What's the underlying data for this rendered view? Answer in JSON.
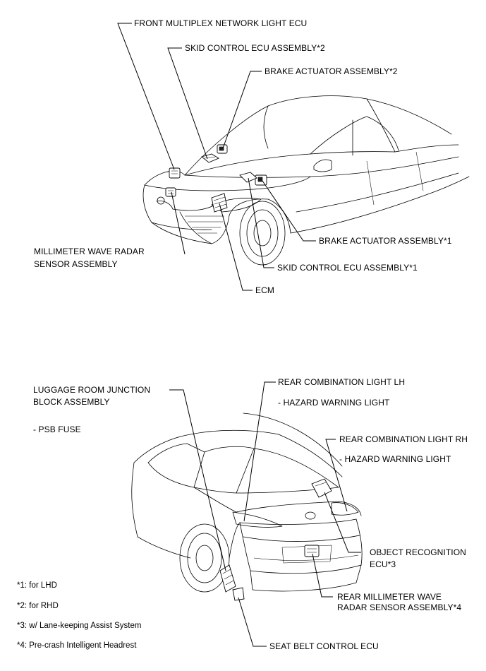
{
  "front_view": {
    "labels": {
      "front_multiplex": "FRONT MULTIPLEX NETWORK LIGHT ECU",
      "skid_control_2": "SKID CONTROL ECU ASSEMBLY*2",
      "brake_actuator_2": "BRAKE ACTUATOR ASSEMBLY*2",
      "brake_actuator_1": "BRAKE ACTUATOR ASSEMBLY*1",
      "skid_control_1": "SKID CONTROL ECU ASSEMBLY*1",
      "ecm": "ECM",
      "mmw_radar_line1": "MILLIMETER WAVE RADAR",
      "mmw_radar_line2": "SENSOR ASSEMBLY"
    }
  },
  "rear_view": {
    "labels": {
      "luggage_line1": "LUGGAGE ROOM JUNCTION",
      "luggage_line2": "BLOCK ASSEMBLY",
      "psb_fuse": "- PSB FUSE",
      "rear_comb_lh": "REAR COMBINATION LIGHT LH",
      "hazard_lh": "- HAZARD WARNING LIGHT",
      "rear_comb_rh": "REAR COMBINATION LIGHT RH",
      "hazard_rh": "- HAZARD WARNING LIGHT",
      "object_line1": "OBJECT RECOGNITION",
      "object_line2": "ECU*3",
      "rear_mmw_line1": "REAR MILLIMETER WAVE",
      "rear_mmw_line2": "RADAR SENSOR ASSEMBLY*4",
      "seat_belt": "SEAT BELT CONTROL ECU"
    }
  },
  "footnotes": [
    "*1: for LHD",
    "*2: for RHD",
    "*3: w/ Lane-keeping Assist System",
    "*4: Pre-crash Intelligent Headrest"
  ]
}
